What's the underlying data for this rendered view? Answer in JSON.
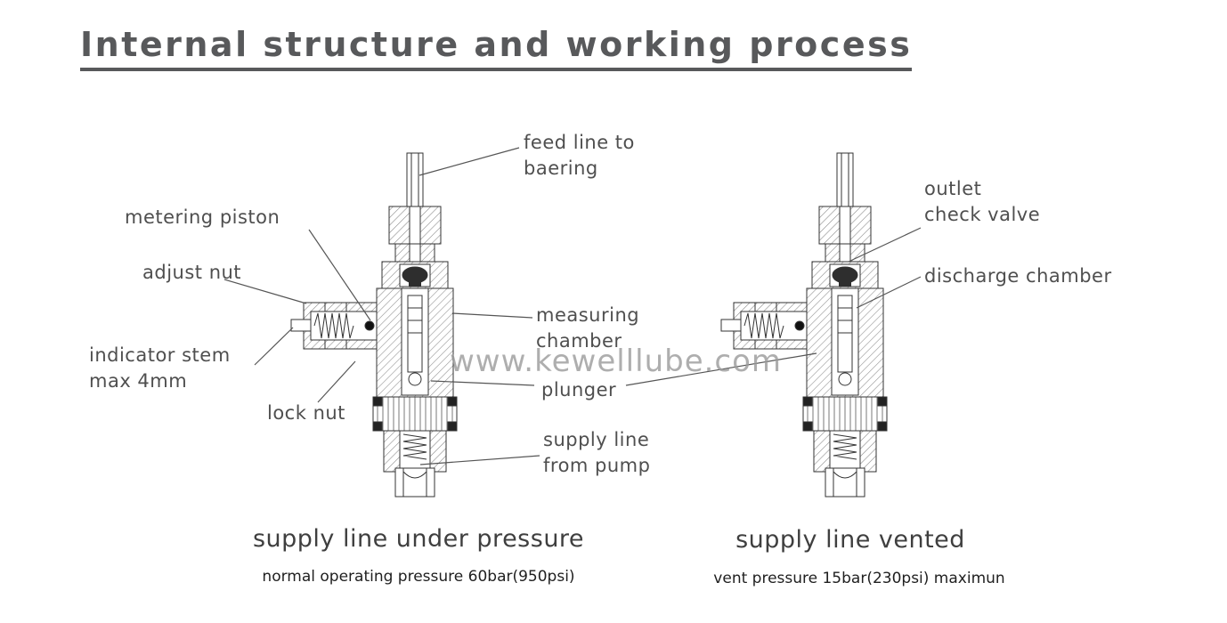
{
  "title": "Internal structure and working process",
  "watermark": "www.kewelllube.com",
  "labels": {
    "feed_line": "feed line to\nbaering",
    "metering_piston": "metering piston",
    "adjust_nut": "adjust nut",
    "indicator_stem": "indicator stem\nmax 4mm",
    "lock_nut": "lock nut",
    "measuring_chamber": "measuring\nchamber",
    "plunger": "plunger",
    "supply_line": "supply line\nfrom pump",
    "outlet_check_valve": "outlet\ncheck valve",
    "discharge_chamber": "discharge chamber"
  },
  "left_diagram": {
    "caption": "supply line under pressure",
    "subcaption": "normal operating pressure 60bar(950psi)"
  },
  "right_diagram": {
    "caption": "supply line vented",
    "subcaption": "vent pressure 15bar(230psi) maximun"
  },
  "colors": {
    "line": "#555555",
    "title": "#58595b",
    "watermark": "#9a9a9a"
  }
}
